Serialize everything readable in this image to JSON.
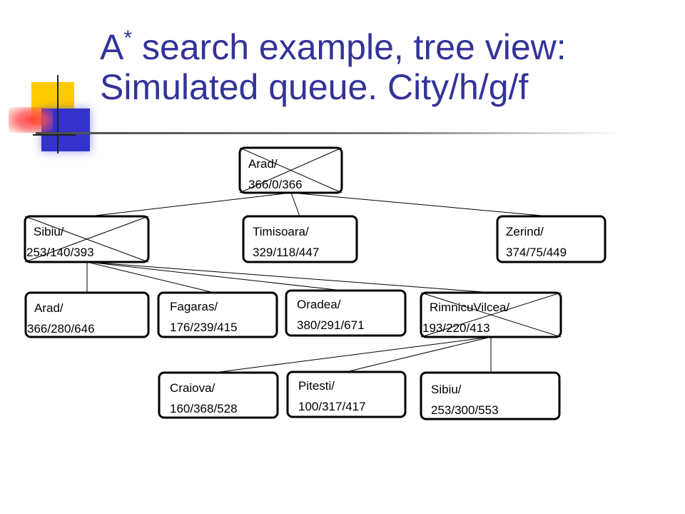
{
  "title": {
    "prefix": "A",
    "superscript": "*",
    "line1_rest": " search example, tree view:",
    "line2": "Simulated queue.  City/h/g/f"
  },
  "colors": {
    "title": "#333399",
    "accent_yellow": "#FFCC00",
    "accent_blue": "#3333CC",
    "accent_red": "#FF3333"
  },
  "nodes": {
    "arad_root": {
      "line1": "Arad/",
      "line2": "366/0/366",
      "crossed": true
    },
    "sibiu": {
      "line1": "Sibiu/",
      "line2": "253/140/393",
      "crossed": true
    },
    "timisoara": {
      "line1": "Timisoara/",
      "line2": "329/118/447",
      "crossed": false
    },
    "zerind": {
      "line1": "Zerind/",
      "line2": "374/75/449",
      "crossed": false
    },
    "arad_2": {
      "line1": "Arad/",
      "line2": "366/280/646",
      "crossed": false
    },
    "fagaras": {
      "line1": "Fagaras/",
      "line2": "176/239/415",
      "crossed": false
    },
    "oradea": {
      "line1": "Oradea/",
      "line2": "380/291/671",
      "crossed": false
    },
    "rimnicuvilcea": {
      "line1": "RimnicuVilcea/",
      "line2": "193/220/413",
      "crossed": true
    },
    "craiova": {
      "line1": "Craiova/",
      "line2": "160/368/528",
      "crossed": false
    },
    "pitesti": {
      "line1": "Pitesti/",
      "line2": "100/317/417",
      "crossed": false
    },
    "sibiu_2": {
      "line1": "Sibiu/",
      "line2": "253/300/553",
      "crossed": false
    }
  }
}
